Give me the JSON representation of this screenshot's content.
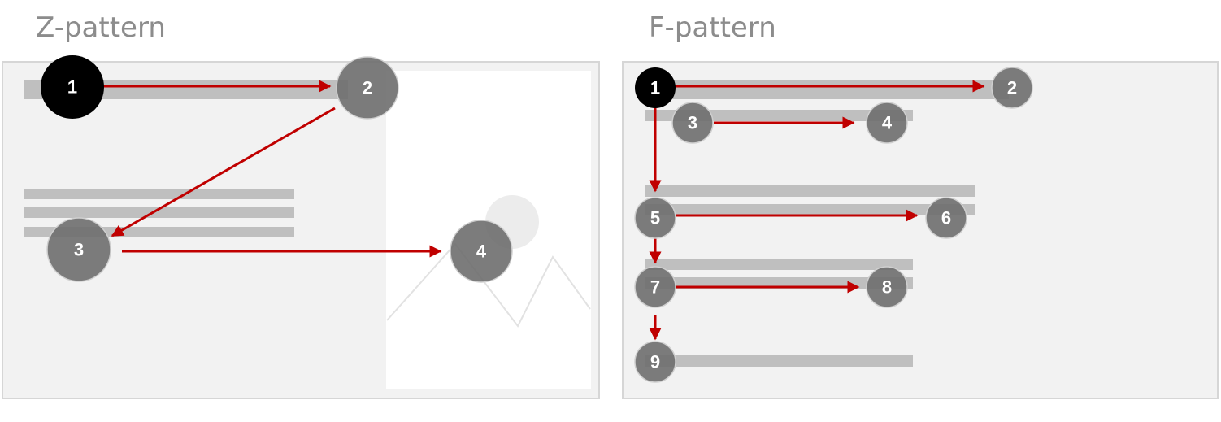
{
  "panels": {
    "z": {
      "title": "Z-pattern",
      "steps": [
        "1",
        "2",
        "3",
        "4"
      ]
    },
    "f": {
      "title": "F-pattern",
      "steps": [
        "1",
        "2",
        "3",
        "4",
        "5",
        "6",
        "7",
        "8",
        "9"
      ]
    }
  },
  "colors": {
    "panel_bg": "#f2f2f2",
    "panel_border": "#d6d6d6",
    "bar": "#bfbfbf",
    "arrow": "#c00000",
    "marker_gray": "#6e6e6e",
    "marker_first": "#000000",
    "image_placeholder": "#ffffff"
  }
}
